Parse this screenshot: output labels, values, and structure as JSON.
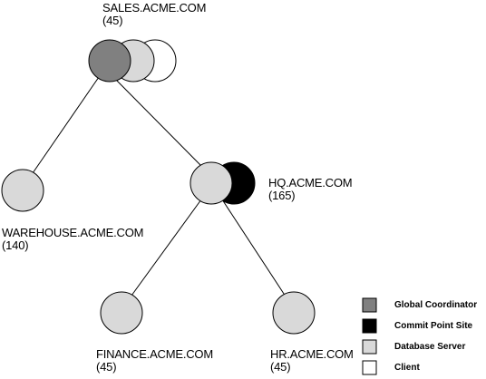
{
  "nodes": {
    "sales": {
      "name": "SALES.ACME.COM",
      "count": "(45)"
    },
    "hq": {
      "name": "HQ.ACME.COM",
      "count": "(165)"
    },
    "warehouse": {
      "name": "WAREHOUSE.ACME.COM",
      "count": "(140)"
    },
    "finance": {
      "name": "FINANCE.ACME.COM",
      "count": "(45)"
    },
    "hr": {
      "name": "HR.ACME.COM",
      "count": "(45)"
    }
  },
  "legend": {
    "global_coordinator": {
      "label": "Global Coordinator",
      "color": "#808080"
    },
    "commit_point_site": {
      "label": "Commit Point Site",
      "color": "#000000"
    },
    "database_server": {
      "label": "Database Server",
      "color": "#d9d9d9"
    },
    "client": {
      "label": "Client",
      "color": "#ffffff"
    }
  }
}
